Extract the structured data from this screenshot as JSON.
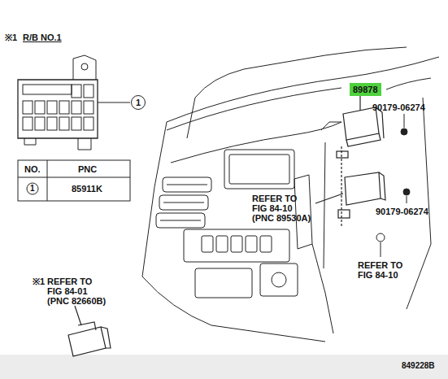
{
  "diagram": {
    "nodes": [
      {
        "text": [
          "1"
        ]
      },
      {
        "text": [
          "89878"
        ]
      }
    ],
    "labels": [
      "※1",
      "R/B NO.1",
      "NO.",
      "PNC",
      "1",
      "85911K",
      "90179-06274",
      "REFER TO FIG 84-10 (PNC 89530A)",
      "90179-06274",
      "REFER TO FIG 84-10",
      "※1",
      "REFER TO FIG 84-01 (PNC 82660B)",
      "849228B"
    ]
  }
}
